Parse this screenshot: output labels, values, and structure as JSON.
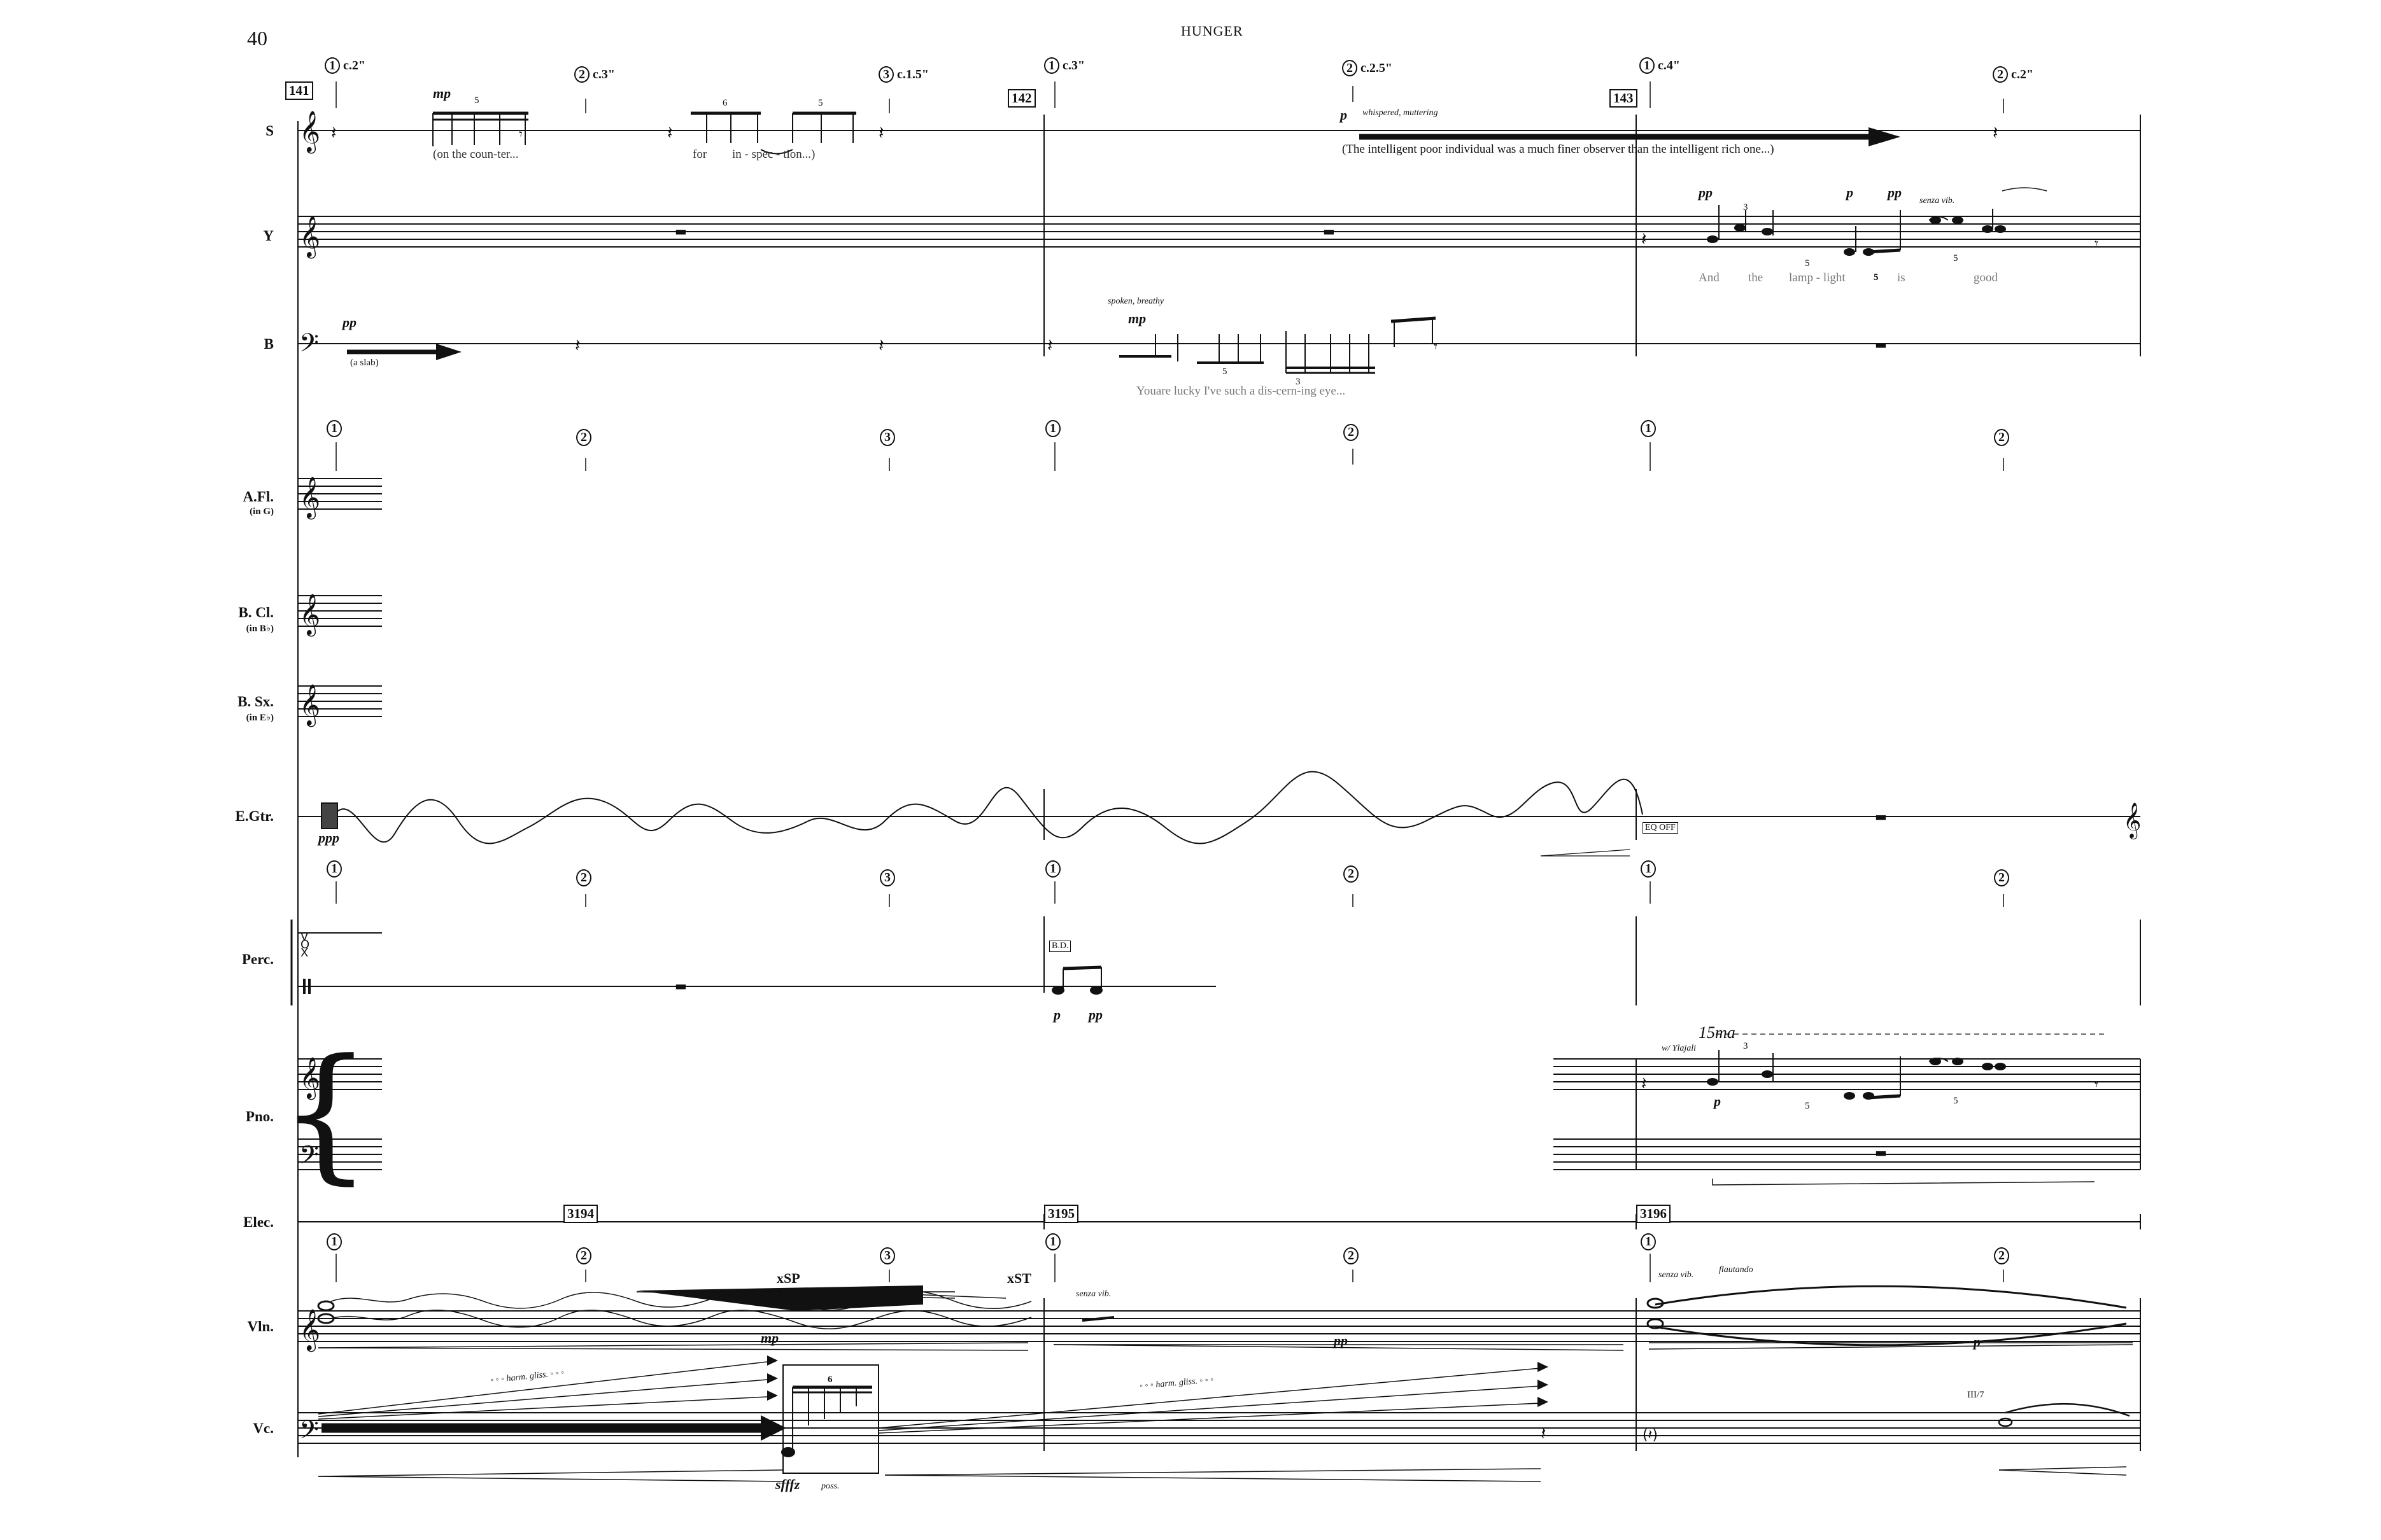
{
  "page": {
    "number": "40",
    "title": "HUNGER"
  },
  "rehearsal": [
    "141",
    "142",
    "143"
  ],
  "cues": {
    "vocal": [
      {
        "num": "1",
        "dur": "c.2\""
      },
      {
        "num": "2",
        "dur": "c.3\""
      },
      {
        "num": "3",
        "dur": "c.1.5\""
      },
      {
        "num": "1",
        "dur": "c.3\""
      },
      {
        "num": "2",
        "dur": "c.2.5\""
      },
      {
        "num": "1",
        "dur": "c.4\""
      },
      {
        "num": "2",
        "dur": "c.2\""
      }
    ],
    "numbers": [
      "1",
      "2",
      "3",
      "1",
      "2",
      "1",
      "2"
    ]
  },
  "instruments": {
    "soprano": "S",
    "y": "Y",
    "bass": "B",
    "alto_flute": {
      "name": "A.Fl.",
      "key": "(in G)"
    },
    "bass_clarinet": {
      "name": "B. Cl.",
      "key": "(in B♭)"
    },
    "bass_sax": {
      "name": "B. Sx.",
      "key": "(in E♭)"
    },
    "guitar": "E.Gtr.",
    "percussion": "Perc.",
    "piano": "Pno.",
    "electronics": "Elec.",
    "violin": "Vln.",
    "cello": "Vc."
  },
  "soprano": {
    "lyric1": "(on the coun-ter...",
    "lyric2_a": "for",
    "lyric2_b": "in - spec - tion...)",
    "lyric3": "(The  intelligent  poor  individual  was a much finer observer  than the intelligent  rich one...)",
    "dyn1": "mp",
    "dyn2": "p",
    "expr": "whispered, muttering",
    "tuplet_a": "5",
    "tuplet_b": "6",
    "tuplet_c": "5"
  },
  "y": {
    "lyric": [
      "And",
      "the",
      "lamp - light",
      "is",
      "good"
    ],
    "dyn_a": "pp",
    "dyn_b": "p",
    "dyn_c": "pp",
    "expr": "senza vib.",
    "t3": "3",
    "t5a": "5",
    "t5b": "5",
    "t5c": "5"
  },
  "bass": {
    "dyn1": "pp",
    "lyric1": "(a slab)",
    "expr": "spoken, breathy",
    "dyn2": "mp",
    "lyric2": "Youare lucky    I've such a dis-cern-ing eye...",
    "t5": "5",
    "t3": "3"
  },
  "guitar": {
    "dyn": "ppp",
    "box": "EQ OFF"
  },
  "perc": {
    "box": "B.D.",
    "dyn1": "p",
    "dyn2": "pp"
  },
  "piano": {
    "ottava": "15ma",
    "expr": "w/ Ylajali",
    "dyn": "p",
    "t3": "3",
    "t5a": "5",
    "t5b": "5"
  },
  "elec": [
    "3194",
    "3195",
    "3196"
  ],
  "violin": {
    "xsp": "xSP",
    "xst": "xST",
    "dyn1": "mp",
    "expr1": "senza vib.",
    "dyn2": "pp",
    "expr2": "senza vib.",
    "expr3": "flautando",
    "dyn3": "p"
  },
  "cello": {
    "gliss1": "◦ ◦ ◦ harm. gliss. ◦ ◦ ◦",
    "gliss2": "◦ ◦ ◦ harm. gliss. ◦ ◦ ◦",
    "tup": "6",
    "dyn": "sfffz",
    "poss": "poss.",
    "string": "III/7"
  }
}
